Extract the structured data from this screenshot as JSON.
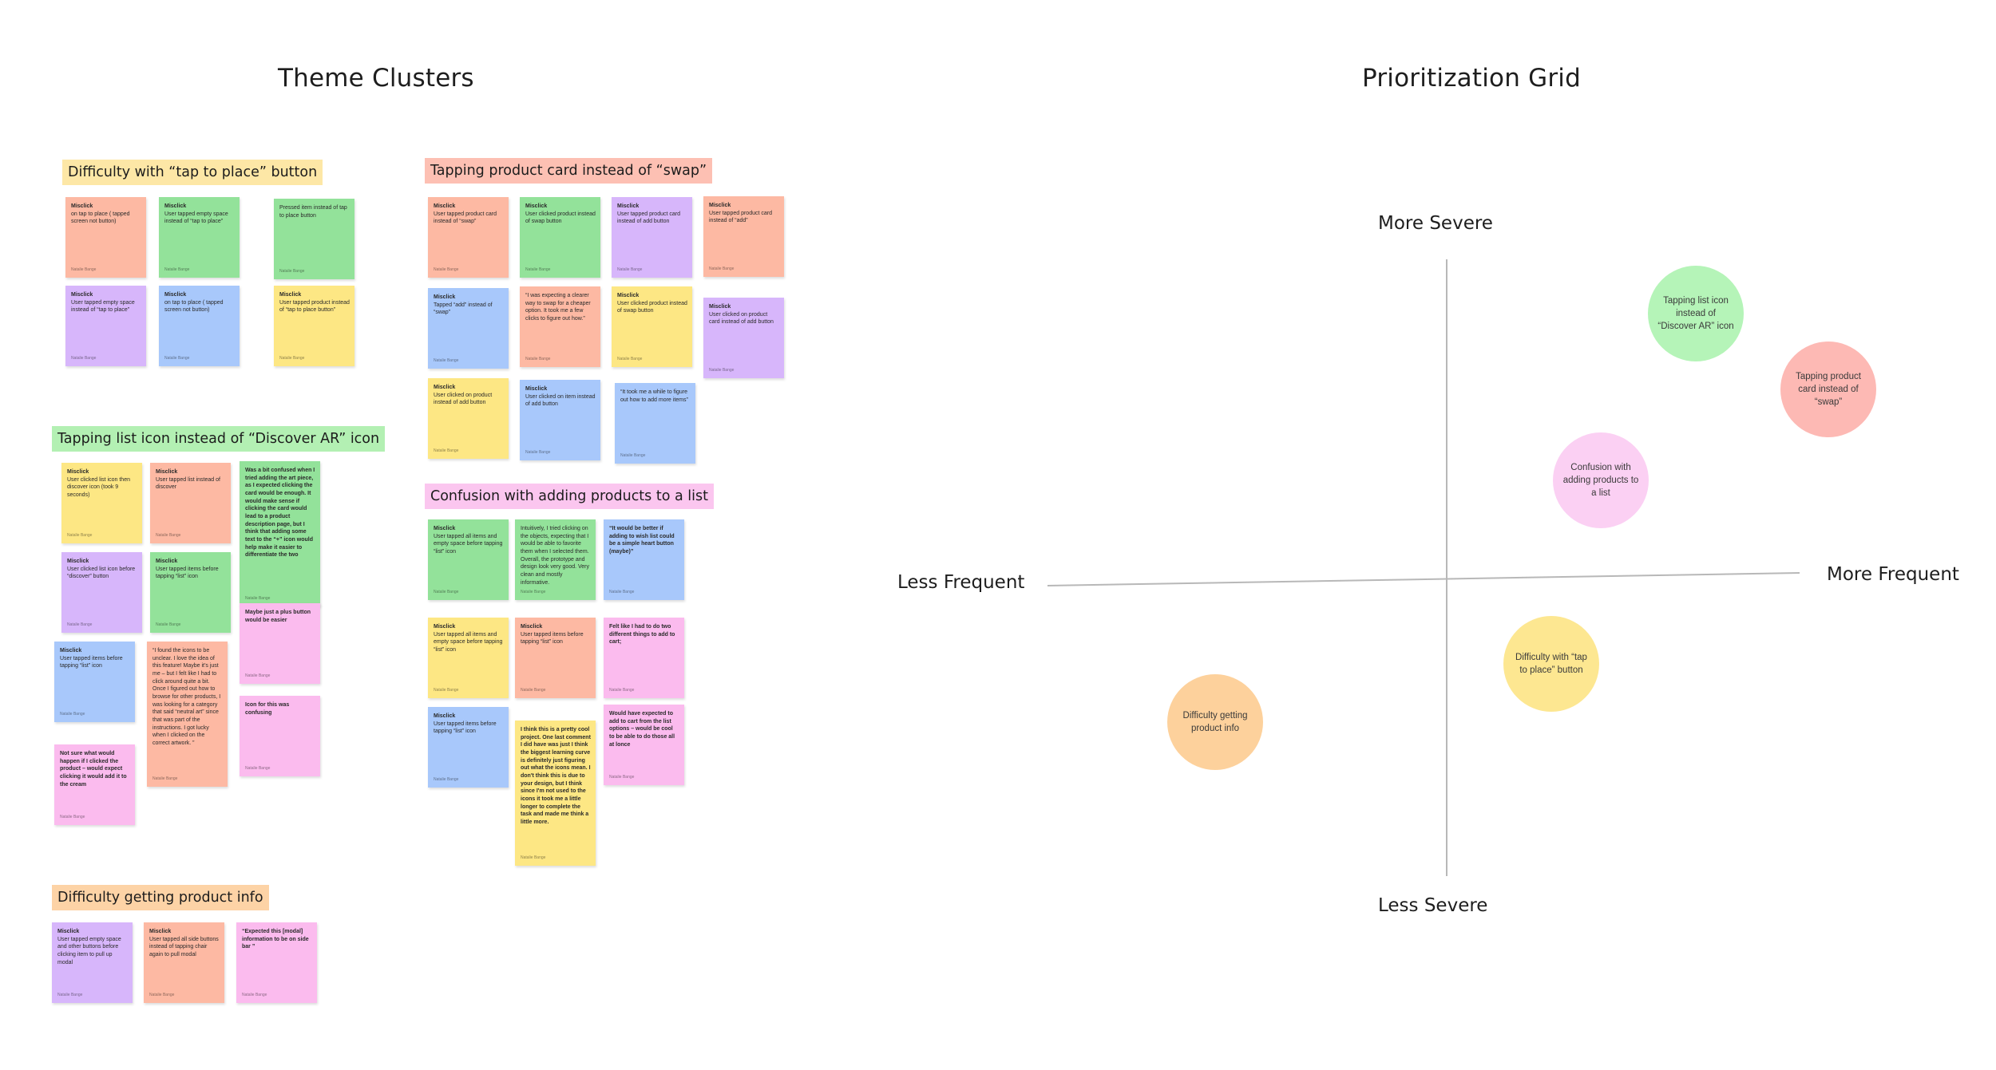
{
  "theme_clusters_title": "Theme Clusters",
  "prioritization_title": "Prioritization Grid",
  "colors": {
    "salmon": "#fdb9a3",
    "green": "#93e29a",
    "purple": "#d7b6fb",
    "blue": "#a8c8fb",
    "yellow": "#fde784",
    "pink": "#fbbbee",
    "orange": "#fdd19c"
  },
  "clusters": [
    {
      "title": "Difficulty with “tap to place” button",
      "color": "#fde7a6",
      "stickies": [
        {
          "color": "salmon",
          "title": "Misclick",
          "body": "on tap to place ( tapped screen not button)",
          "author": "Natalie Bange"
        },
        {
          "color": "green",
          "title": "Misclick",
          "body": "User tapped empty space instead of “tap to place”",
          "author": "Natalie Bange"
        },
        {
          "color": "green",
          "title": "",
          "body": "Pressed item instead of tap to place button",
          "author": "Natalie Bange"
        },
        {
          "color": "purple",
          "title": "Misclick",
          "body": "User tapped empty space instead of “tap to place”",
          "author": "Natalie Bange"
        },
        {
          "color": "blue",
          "title": "Misclick",
          "body": "on tap to place ( tapped screen not button)",
          "author": "Natalie Bange"
        },
        {
          "color": "yellow",
          "title": "Misclick",
          "body": "User tapped product instead of “tap to place button”",
          "author": "Natalie Bange"
        }
      ]
    },
    {
      "title": "Tapping product card instead of “swap”",
      "color": "#fdc0b3",
      "stickies": [
        {
          "color": "salmon",
          "title": "Misclick",
          "body": "User tapped product card instead of “swap”",
          "author": "Natalie Bange"
        },
        {
          "color": "green",
          "title": "Misclick",
          "body": "User clicked product instead of swap button",
          "author": "Natalie Bange"
        },
        {
          "color": "purple",
          "title": "Misclick",
          "body": "User tapped product card instead of add button",
          "author": "Natalie Bange"
        },
        {
          "color": "salmon",
          "title": "Misclick",
          "body": "User tapped product card instead of “add”",
          "author": "Natalie Bange"
        },
        {
          "color": "blue",
          "title": "Misclick",
          "body": "Tapped “add” instead of “swap”",
          "author": "Natalie Bange"
        },
        {
          "color": "salmon",
          "title": "",
          "body": "“I was expecting a clearer way to swap for a cheaper option. It took me a few clicks to figure out how.”",
          "author": "Natalie Bange"
        },
        {
          "color": "yellow",
          "title": "Misclick",
          "body": "User clicked product instead of swap button",
          "author": "Natalie Bange"
        },
        {
          "color": "purple",
          "title": "Misclick",
          "body": "User clicked on product card instead of add button",
          "author": "Natalie Bange"
        },
        {
          "color": "yellow",
          "title": "Misclick",
          "body": "User clicked on product instead of add button",
          "author": "Natalie Bange"
        },
        {
          "color": "blue",
          "title": "Misclick",
          "body": "User clicked on item instead of add button",
          "author": "Natalie Bange"
        },
        {
          "color": "blue",
          "title": "",
          "body": "“It took me a while to figure out how to add more items”",
          "author": "Natalie Bange"
        }
      ]
    },
    {
      "title": "Tapping list icon instead of “Discover AR” icon",
      "color": "#b3f0b3",
      "stickies": [
        {
          "color": "yellow",
          "title": "Misclick",
          "body": "User clicked list icon then discover icon (took 9 seconds)",
          "author": "Natalie Bange"
        },
        {
          "color": "salmon",
          "title": "Misclick",
          "body": "User tapped list instead of discover",
          "author": "Natalie Bange"
        },
        {
          "color": "green",
          "title": "",
          "body": "Was a bit confused when I tried adding the art piece, as I expected clicking the card would be enough. It would make sense if clicking the card would lead to a product description page, but I think that adding some text to the “+” icon would help make it easier to differentiate the two",
          "author": "Natalie Bange"
        },
        {
          "color": "purple",
          "title": "Misclick",
          "body": "User clicked list icon before “discover” button",
          "author": "Natalie Bange"
        },
        {
          "color": "green",
          "title": "Misclick",
          "body": "User tapped items before tapping “list” icon",
          "author": "Natalie Bange"
        },
        {
          "color": "pink",
          "title": "",
          "body": "Maybe just a plus button would be easier",
          "author": "Natalie Bange"
        },
        {
          "color": "blue",
          "title": "Misclick",
          "body": "User tapped items before tapping “list” icon",
          "author": "Natalie Bange"
        },
        {
          "color": "salmon",
          "title": "",
          "body": "“I found the icons to be unclear. I love the idea of this feature! Maybe it’s just me – but I felt like I had to click around quite a bit. Once I figured out how to browse for other products, I was looking for a category that said “neutral art” since that was part of the instructions. I got lucky when I clicked on the correct artwork. ”",
          "author": "Natalie Bange"
        },
        {
          "color": "pink",
          "title": "",
          "body": "Icon for this was confusing",
          "author": "Natalie Bange"
        },
        {
          "color": "pink",
          "title": "",
          "body": "Not sure what would happen if I clicked the product – would expect clicking it would add it to the cream",
          "author": "Natalie Bange"
        }
      ]
    },
    {
      "title": "Confusion with adding products to a list",
      "color": "#fbc6ef",
      "stickies": [
        {
          "color": "green",
          "title": "Misclick",
          "body": "User tapped all items and empty space before tapping “list” icon",
          "author": "Natalie Bange"
        },
        {
          "color": "green",
          "title": "",
          "body": "Intuitively, I tried clicking on the objects, expecting that I would be able to favorite them when I selected them. Overall, the prototype and design look very good. Very clean and mostly informative.",
          "author": "Natalie Bange"
        },
        {
          "color": "blue",
          "title": "",
          "body": "“It would be better if adding to wish list could be a simple heart button (maybe)”",
          "author": "Natalie Bange"
        },
        {
          "color": "yellow",
          "title": "Misclick",
          "body": "User tapped all items and empty space before tapping “list” icon",
          "author": "Natalie Bange"
        },
        {
          "color": "salmon",
          "title": "Misclick",
          "body": "User tapped items before tapping “list” icon",
          "author": "Natalie Bange"
        },
        {
          "color": "pink",
          "title": "",
          "body": "Felt like I had to do two different things to add to cart;",
          "author": "Natalie Bange"
        },
        {
          "color": "blue",
          "title": "Misclick",
          "body": "User tapped items before tapping “list” icon",
          "author": "Natalie Bange"
        },
        {
          "color": "yellow",
          "title": "",
          "body": "I think this is a pretty cool project. One last comment I did have was just I think the biggest learning curve is definitely just figuring out what the icons mean. I don't think this is due to your design, but I think since I'm not used to the icons it took me a little longer to complete the task and made me think a little more.",
          "author": "Natalie Bange"
        },
        {
          "color": "pink",
          "title": "",
          "body": "Would have expected to add to cart from the list options – would be cool to be able to do those all at lonce",
          "author": "Natalie Bange"
        }
      ]
    },
    {
      "title": "Difficulty getting product info",
      "color": "#fdd3a6",
      "stickies": [
        {
          "color": "purple",
          "title": "Misclick",
          "body": "User tapped empty space and other buttons before clicking item to pull up modal",
          "author": "Natalie Bange"
        },
        {
          "color": "salmon",
          "title": "Misclick",
          "body": "User tapped all side buttons instead of tapping chair again to pull modal",
          "author": "Natalie Bange"
        },
        {
          "color": "pink",
          "title": "",
          "body": "“Expected this [modal] information to be on side bar ”",
          "author": "Natalie Bange"
        }
      ]
    }
  ],
  "grid": {
    "axes": {
      "top": "More Severe",
      "bottom": "Less Severe",
      "left": "Less Frequent",
      "right": "More Frequent"
    },
    "bubbles": [
      {
        "label": "Tapping list icon instead of “Discover AR” icon",
        "color": "#b5f4b8"
      },
      {
        "label": "Tapping product card instead of “swap”",
        "color": "#fdb9b4"
      },
      {
        "label": "Confusion with adding products to a list",
        "color": "#fbd0f3"
      },
      {
        "label": "Difficulty with “tap to place” button",
        "color": "#fde791"
      },
      {
        "label": "Difficulty getting product info",
        "color": "#fdd19c"
      }
    ]
  }
}
